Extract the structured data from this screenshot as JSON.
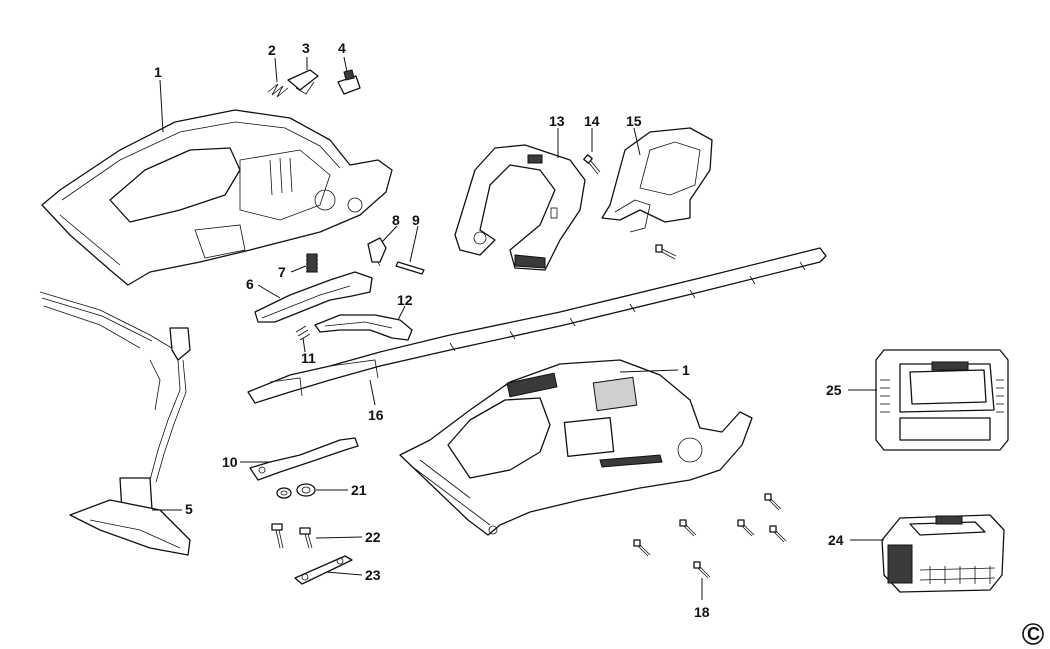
{
  "labels": {
    "p1a": "1",
    "p1b": "1",
    "p2": "2",
    "p3": "3",
    "p4": "4",
    "p5": "5",
    "p6": "6",
    "p7": "7",
    "p8": "8",
    "p9": "9",
    "p10": "10",
    "p11": "11",
    "p12": "12",
    "p13": "13",
    "p14": "14",
    "p15": "15",
    "p16": "16",
    "p18": "18",
    "p21": "21",
    "p22": "22",
    "p23": "23",
    "p24": "24",
    "p25": "25"
  },
  "copyright_mark": "C"
}
